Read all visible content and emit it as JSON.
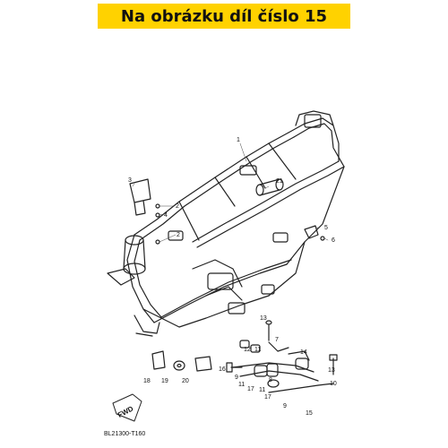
{
  "banner": {
    "text": "Na obrázku díl číslo 15",
    "color": "#ffd200"
  },
  "diagram": {
    "fwd_text": "FWD",
    "code": "BL21300-T160",
    "callouts": [
      {
        "id": "c1",
        "text": "1"
      },
      {
        "id": "c21",
        "text": "21"
      },
      {
        "id": "c3",
        "text": "3"
      },
      {
        "id": "c2a",
        "text": "2"
      },
      {
        "id": "c4",
        "text": "4"
      },
      {
        "id": "c2b",
        "text": "2"
      },
      {
        "id": "c5",
        "text": "5"
      },
      {
        "id": "c6",
        "text": "6"
      },
      {
        "id": "c13a",
        "text": "13"
      },
      {
        "id": "c12",
        "text": "12"
      },
      {
        "id": "c7",
        "text": "7"
      },
      {
        "id": "c11a",
        "text": "11"
      },
      {
        "id": "c14",
        "text": "14"
      },
      {
        "id": "c16",
        "text": "16"
      },
      {
        "id": "c9a",
        "text": "9"
      },
      {
        "id": "c11b",
        "text": "11"
      },
      {
        "id": "c17a",
        "text": "17"
      },
      {
        "id": "c8",
        "text": "8"
      },
      {
        "id": "c13b",
        "text": "13"
      },
      {
        "id": "c10",
        "text": "10"
      },
      {
        "id": "c11c",
        "text": "11"
      },
      {
        "id": "c17b",
        "text": "17"
      },
      {
        "id": "c9b",
        "text": "9"
      },
      {
        "id": "c15",
        "text": "15"
      },
      {
        "id": "c18",
        "text": "18"
      },
      {
        "id": "c19",
        "text": "19"
      },
      {
        "id": "c20",
        "text": "20"
      }
    ]
  }
}
